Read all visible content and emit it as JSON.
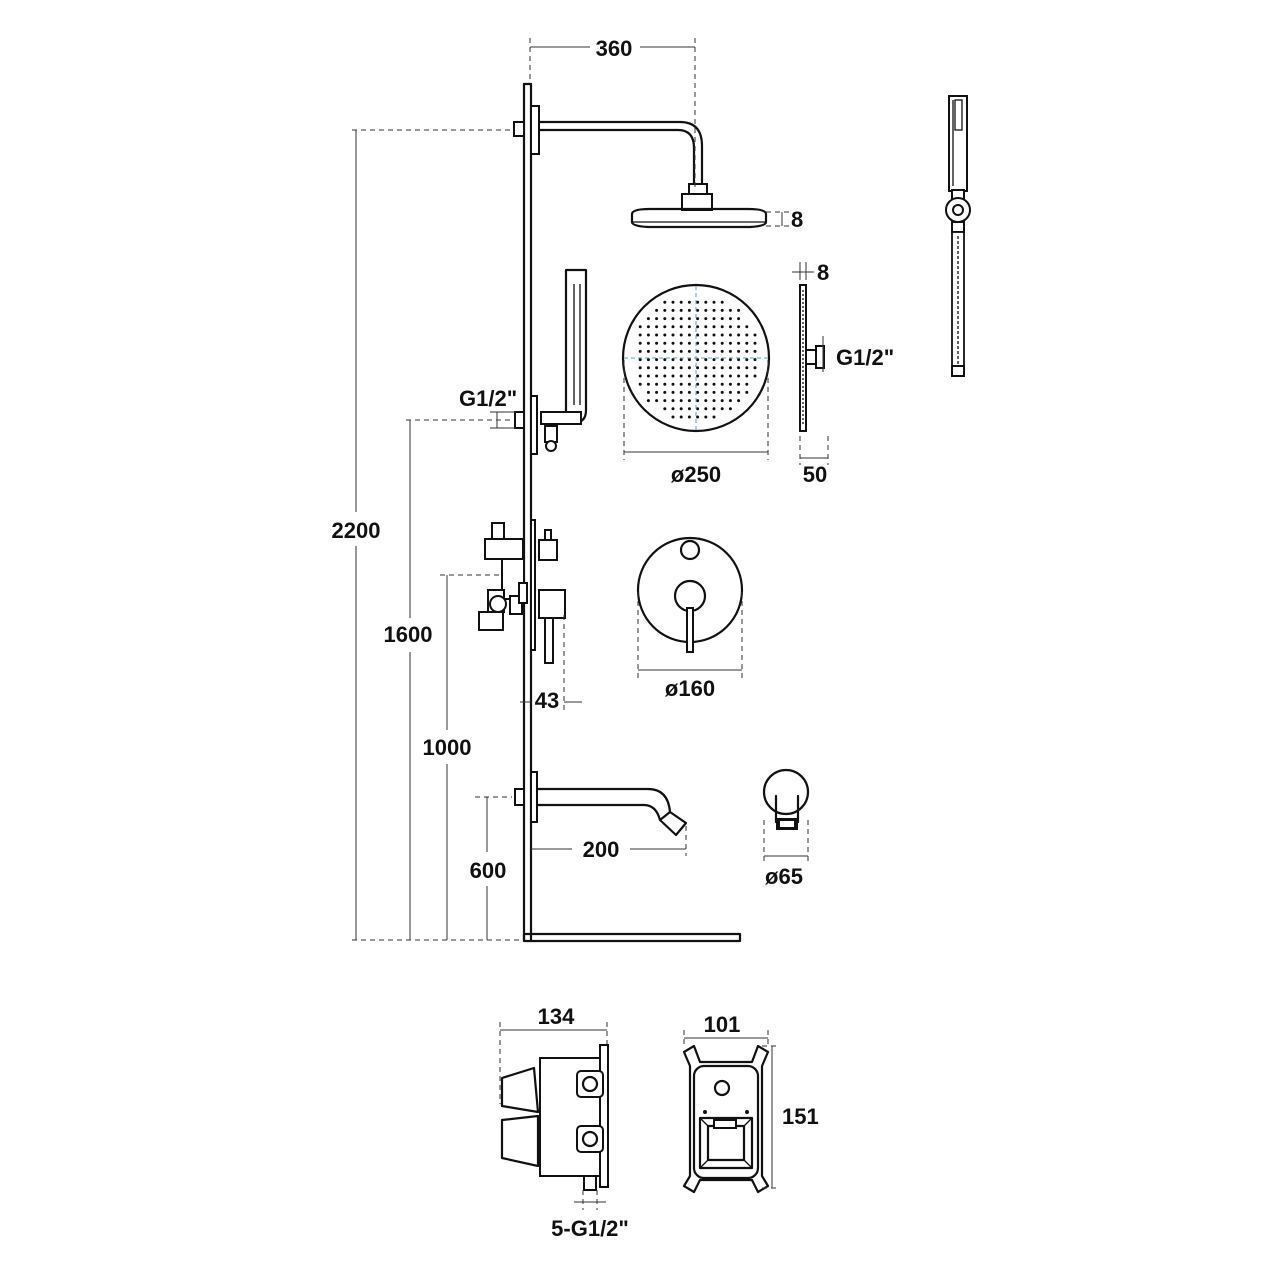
{
  "dimensions": {
    "top_arm": "360",
    "head_thickness": "8",
    "head_side_thickness": "8",
    "head_inlet": "G1/2\"",
    "hand_inlet": "G1/2\"",
    "head_diameter": "ø250",
    "head_depth": "50",
    "total_height": "2200",
    "height_hand": "1600",
    "height_mixer": "1000",
    "height_spout": "600",
    "valve_depth": "43",
    "plate_diameter": "ø160",
    "spout_length": "200",
    "spout_plate": "ø65",
    "box_depth": "134",
    "box_width": "101",
    "box_height": "151",
    "box_connections": "5-G1/2\""
  },
  "colors": {
    "line": "#111111",
    "dimension": "#333333",
    "center": "#5aa0d0"
  }
}
